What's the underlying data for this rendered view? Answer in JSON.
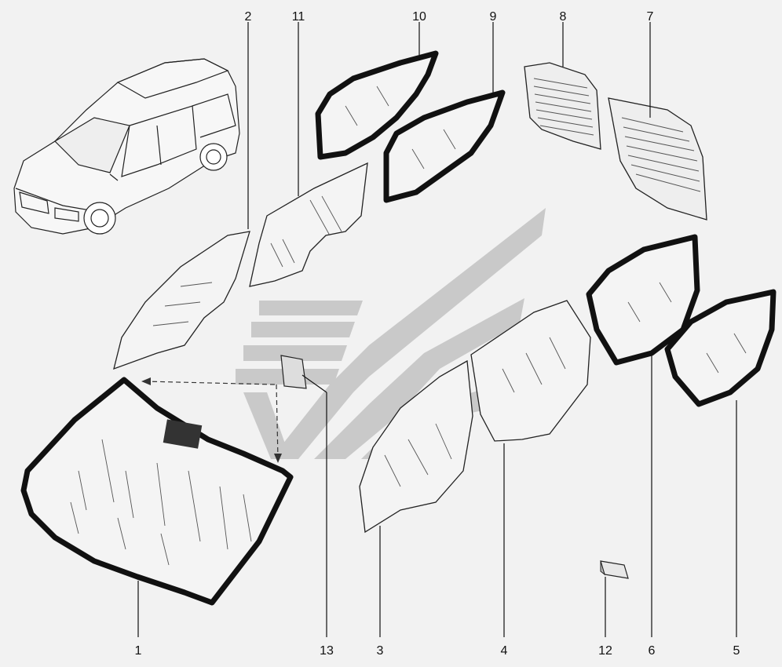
{
  "callouts": {
    "n1": "1",
    "n2": "2",
    "n3": "3",
    "n4": "4",
    "n5": "5",
    "n6": "6",
    "n7": "7",
    "n8": "8",
    "n9": "9",
    "n10": "10",
    "n11": "11",
    "n12": "12",
    "n13": "13"
  },
  "colors": {
    "background": "#f2f2f2",
    "line": "#111111",
    "watermark": "#c9c9c9"
  }
}
